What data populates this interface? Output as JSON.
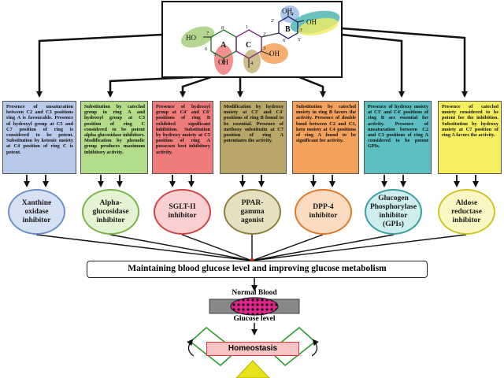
{
  "structure": {
    "ring_labels": {
      "A": "A",
      "B": "B",
      "C": "C"
    },
    "substituents": {
      "ho": "HO",
      "oh_ring": "OH",
      "oh_c3": "OH",
      "oh_top": "OH",
      "oh_b": "OH"
    },
    "positions": {
      "p8": "8",
      "p1": "1",
      "p2": "2",
      "p3": "3",
      "p4": "4",
      "p5": "5",
      "p6": "6",
      "p7": "7",
      "p4p": "4'",
      "p3p": "3'",
      "p2p": "2'",
      "p5p": "5'",
      "p6p": "6'"
    }
  },
  "boxes": [
    {
      "text": "Presence of unsaturation between C2 and C3 positions ring A is favourable. Presence of hydroxyl group at C5 and C7 position of ring is considered to be potent. Substitution by ketonic moiety at C4 position of ring C is potent.",
      "color": "#b8c9ea"
    },
    {
      "text": "Substitution by catechol group in ring A and hydroxyl group at C3 position of ring C considered to be potent alpha glucosidase inhibitors. Modification by phenolic group produces maximum inhibitory activity.",
      "color": "#b4dd8a"
    },
    {
      "text": "Presence of hydroxyl group at C4' and C6' positions of ring B exhibited significant inhibition. Substitution by hydroxy moiety at C5 position of ring A possesses best inhibitory activity.",
      "color": "#f07b7b"
    },
    {
      "text": "Modification by hydroxy moiety at C3' and C4' positions of ring B found to be essential. Presence of methoxy substitutin at C7 position of ring A potentiates the activity.",
      "color": "#b8a766"
    },
    {
      "text": "Substitution by catechol moiety in ring B favors the activity. Presence of double bond between C2 and C3, keto moiety at C4 positions of ring A found to be significant for activity.",
      "color": "#f3a15b"
    },
    {
      "text": "Presence of hydroxy moiety at C3' and C4' positions of ring B are essential for activity. Presence of unsaturation between C2 and C3 positions of ring A considered to be potent GPIs.",
      "color": "#5ebfc2"
    },
    {
      "text": "Presence of catechol moiety considered to be potent for the inhibition. Substitution by hydroxy moiety at C7 position of ring A favors the activity.",
      "color": "#f6f060"
    }
  ],
  "circles": [
    {
      "label": "Xanthine\noxidase\ninhibitor",
      "fill": "#d6e1f4",
      "stroke": "#6f8fc9"
    },
    {
      "label": "Alpha-\nglucosidase\ninhibitor",
      "fill": "#e4f3d2",
      "stroke": "#7ab34a"
    },
    {
      "label": "SGLT-II\ninhibitor",
      "fill": "#f9cfcf",
      "stroke": "#d04545"
    },
    {
      "label": "PPAR-\ngamma\nagonist",
      "fill": "#e6dfc0",
      "stroke": "#8e7f3f"
    },
    {
      "label": "DPP-4\ninhibitor",
      "fill": "#fbdcc0",
      "stroke": "#e0782a"
    },
    {
      "label": "Glucogen\nPhosphorylase\ninhibitor\n(GPIs)",
      "fill": "#cdeeed",
      "stroke": "#3a9ea1"
    },
    {
      "label": "Aldose\nreductase\ninhibitor",
      "fill": "#fbf7c4",
      "stroke": "#cfc523"
    }
  ],
  "maintain": "Maintaining blood glucose level and improving glucose metabolism",
  "normal_blood": "Normal Blood",
  "glucose_level": "Glucose level",
  "homeostasis": "Homeostasis"
}
